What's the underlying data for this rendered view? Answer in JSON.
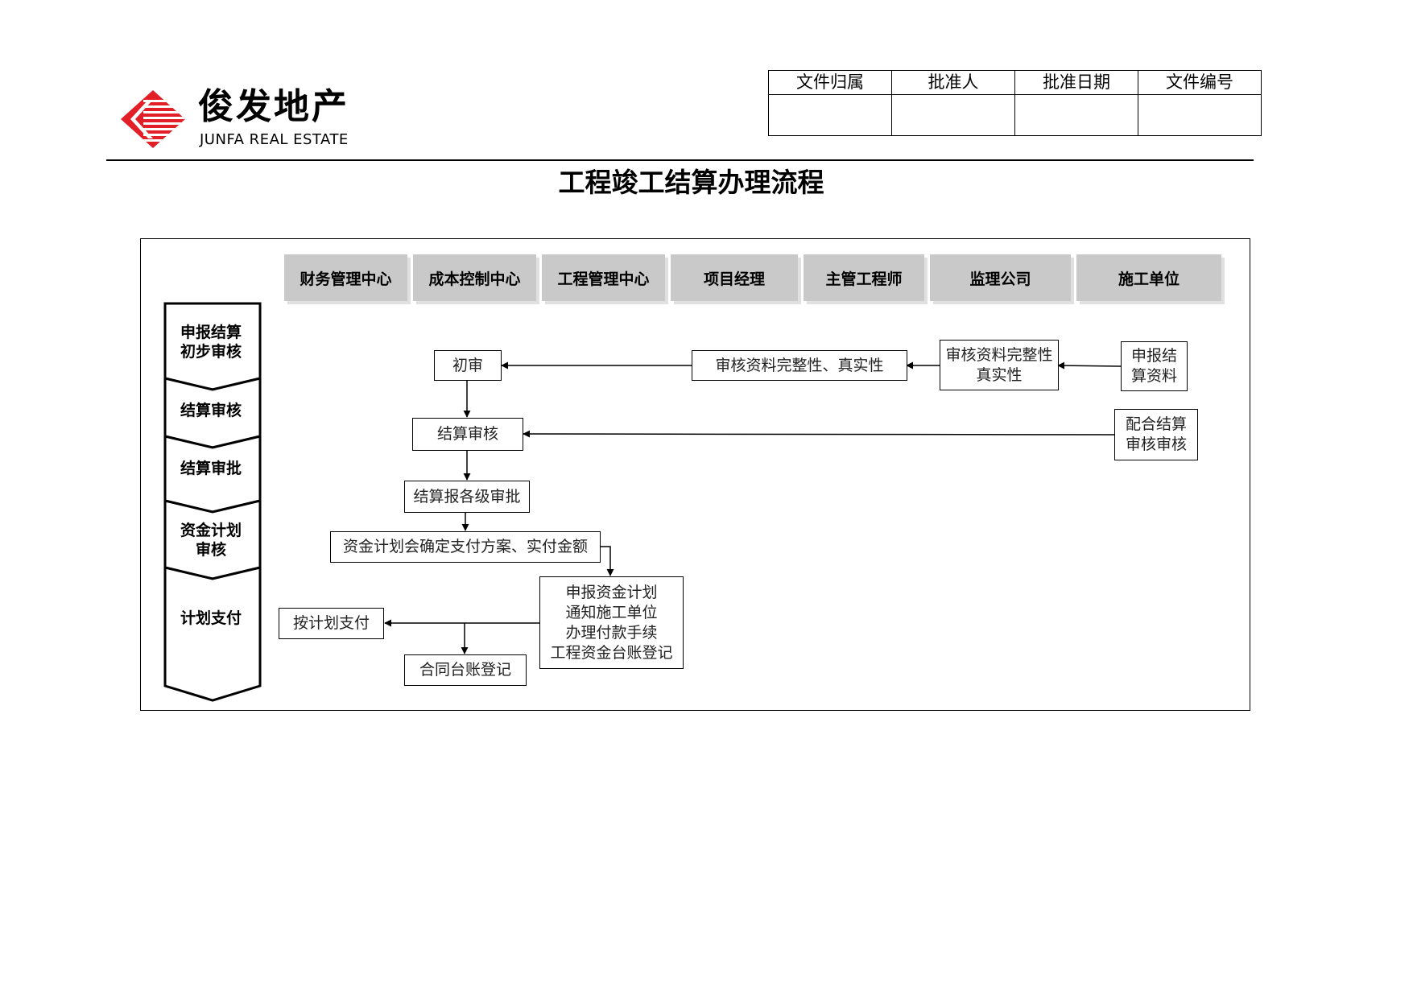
{
  "logo": {
    "name_cn": "俊发地产",
    "name_en": "JUNFA REAL ESTATE",
    "colors": {
      "red": "#e21e26"
    }
  },
  "doc_info": {
    "headers": [
      "文件归属",
      "批准人",
      "批准日期",
      "文件编号"
    ],
    "values": [
      "",
      "",
      "",
      ""
    ]
  },
  "title": "工程竣工结算办理流程",
  "departments": [
    "财务管理中心",
    "成本控制中心",
    "工程管理中心",
    "项目经理",
    "主管工程师",
    "监理公司",
    "施工单位"
  ],
  "stages": [
    "申报结算\n初步审核",
    "结算审核",
    "结算审批",
    "资金计划\n审核",
    "计划支付"
  ],
  "nodes": {
    "chushen": "初审",
    "shenhe_ziliao_1": "审核资料完整性、真实性",
    "shenhe_ziliao_2": "审核资料完整性\n真实性",
    "shenbao_jiesuan": "申报结\n算资料",
    "jiesuan_shenhe": "结算审核",
    "peihe": "配合结算\n审核审核",
    "baoshen": "结算报各级审批",
    "zijin_jihua": "资金计划会确定支付方案、实付金额",
    "shenbao_zijin": "申报资金计划\n通知施工单位\n办理付款手续\n工程资金台账登记",
    "an_jihua": "按计划支付",
    "hetong_taizhang": "合同台账登记"
  },
  "colors": {
    "header_fill": "#c9c9c9",
    "header_shadow": "#e0e0e0",
    "line": "#000000"
  }
}
